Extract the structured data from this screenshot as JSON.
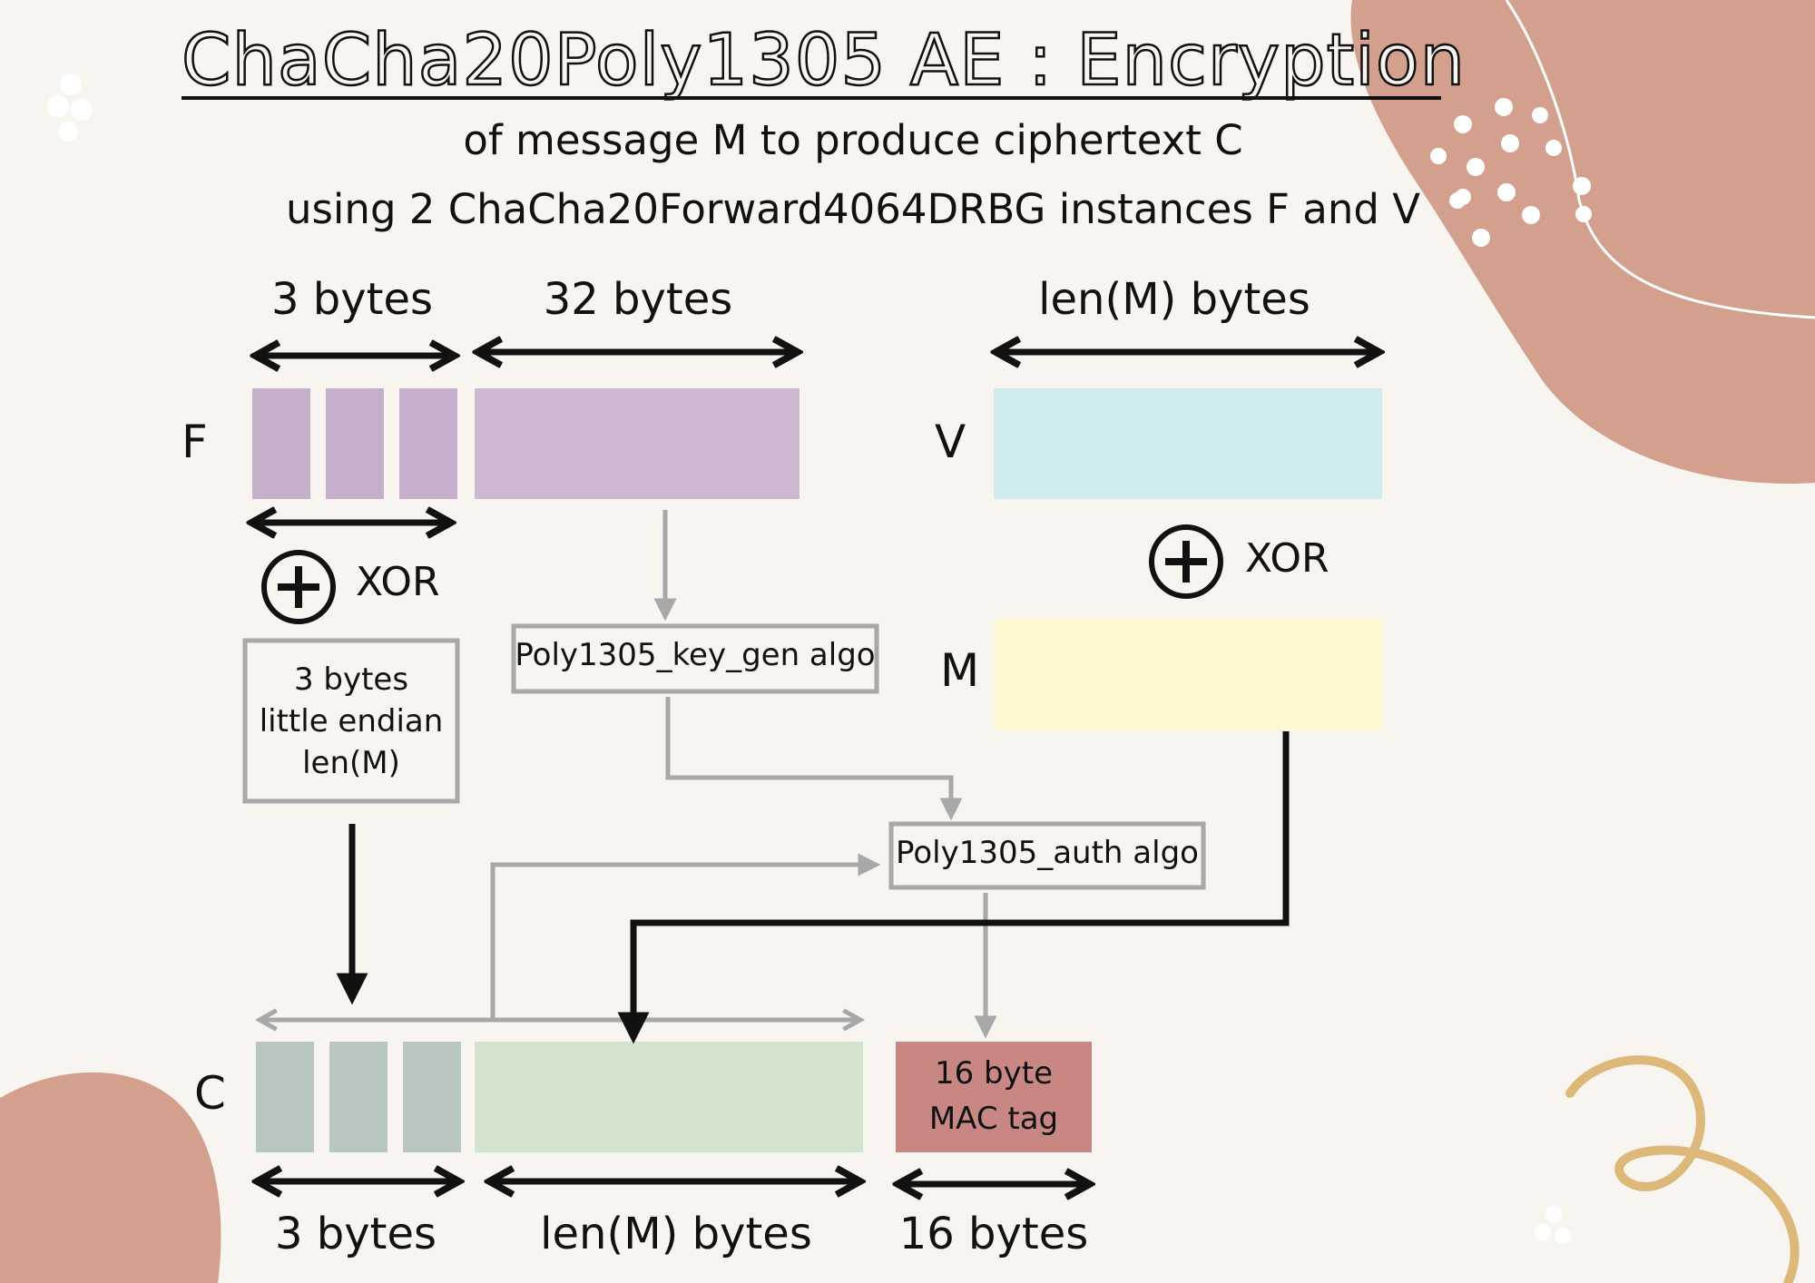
{
  "title": "ChaCha20Poly1305 AE : Encryption",
  "subtitle_line1": "of message M to produce ciphertext C",
  "subtitle_line2": "using 2 ChaCha20Forward4064DRBG instances F and V",
  "labels": {
    "f_prefix_bytes": "3 bytes",
    "f_key_bytes": "32 bytes",
    "v_bytes": "len(M) bytes",
    "row_f": "F",
    "row_v": "V",
    "row_m": "M",
    "row_c": "C",
    "xor_left": "XOR",
    "xor_right": "XOR",
    "len_box_line1": "3 bytes",
    "len_box_line2": "little endian",
    "len_box_line3": "len(M)",
    "keygen_algo": "Poly1305_key_gen algo",
    "auth_algo": "Poly1305_auth algo",
    "mac_line1": "16 byte",
    "mac_line2": "MAC tag",
    "c_prefix_bytes": "3 bytes",
    "c_body_bytes": "len(M) bytes",
    "c_mac_bytes": "16 bytes"
  },
  "colors": {
    "f_prefix": "#c6afcb",
    "f_key": "#cfb8d2",
    "v_stream": "#d0ecee",
    "message": "#fef9d1",
    "c_prefix": "#b8c7c0",
    "c_body": "#d3e4cc",
    "mac": "#c88782",
    "gray_arrow": "#a8a8a8",
    "blob": "#d4a08e",
    "swirl": "#ddb878"
  }
}
